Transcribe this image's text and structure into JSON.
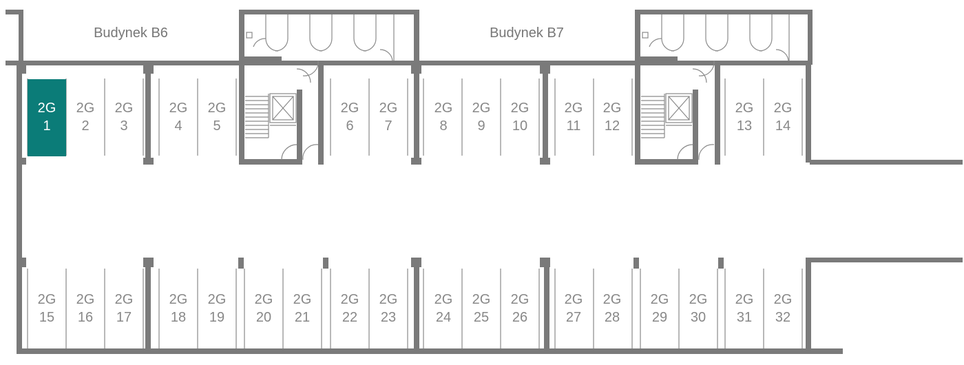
{
  "buildings": [
    {
      "id": "b6",
      "label": "Budynek B6"
    },
    {
      "id": "b7",
      "label": "Budynek B7"
    }
  ],
  "spot_prefix": "2G",
  "selected_spot": "1",
  "highlight_color": "#0b7c78",
  "spots": {
    "top_row": [
      "1",
      "2",
      "3",
      "4",
      "5",
      "6",
      "7",
      "8",
      "9",
      "10",
      "11",
      "12",
      "13",
      "14"
    ],
    "bottom_row": [
      "15",
      "16",
      "17",
      "18",
      "19",
      "20",
      "21",
      "22",
      "23",
      "24",
      "25",
      "26",
      "27",
      "28",
      "29",
      "30",
      "31",
      "32"
    ]
  }
}
